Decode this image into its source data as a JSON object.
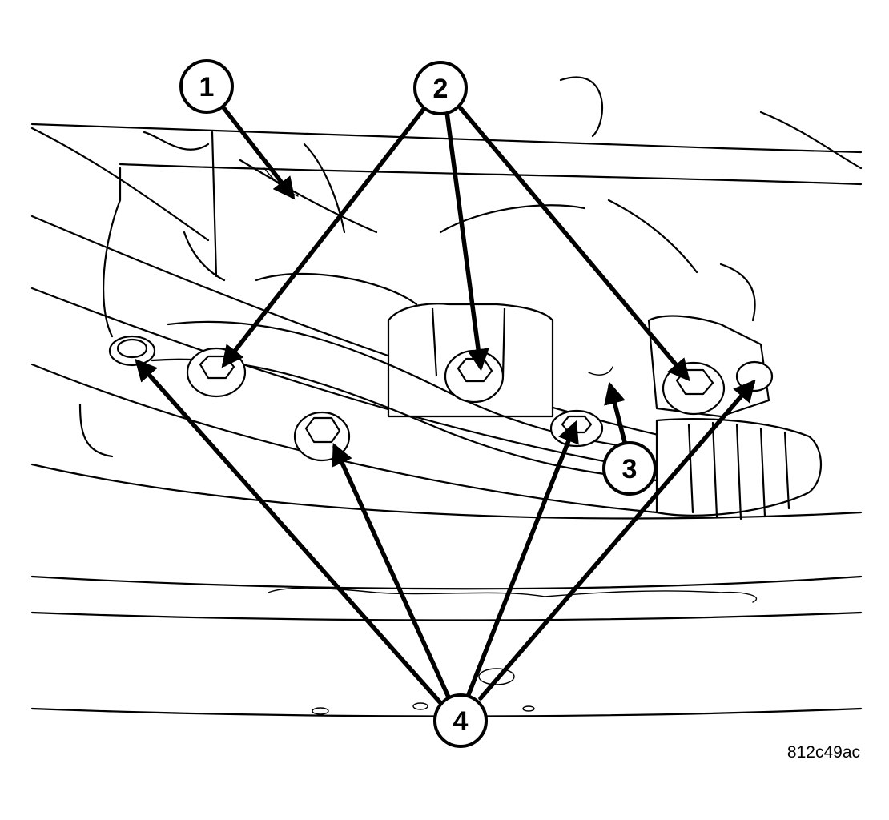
{
  "callouts": [
    {
      "id": "callout-1",
      "label": "1"
    },
    {
      "id": "callout-2",
      "label": "2"
    },
    {
      "id": "callout-3",
      "label": "3"
    },
    {
      "id": "callout-4",
      "label": "4"
    }
  ],
  "figure_id": "812c49ac",
  "colors": {
    "ink": "#000000",
    "paper": "#ffffff"
  }
}
